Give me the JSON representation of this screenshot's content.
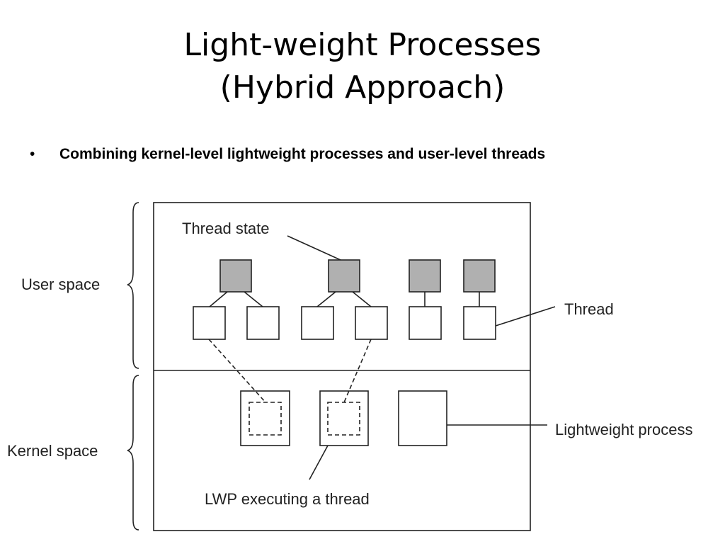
{
  "title": {
    "line1": "Light-weight Processes",
    "line2": "(Hybrid Approach)"
  },
  "bullet": {
    "text": "Combining kernel-level lightweight processes and user-level threads"
  },
  "diagram": {
    "labels": {
      "user_space": "User space",
      "kernel_space": "Kernel space",
      "thread_state": "Thread state",
      "thread": "Thread",
      "lightweight_process": "Lightweight process",
      "lwp_executing": "LWP executing a thread"
    },
    "colors": {
      "thread_state_fill": "#b0b0b0",
      "box_fill": "#ffffff",
      "stroke": "#222222"
    }
  }
}
